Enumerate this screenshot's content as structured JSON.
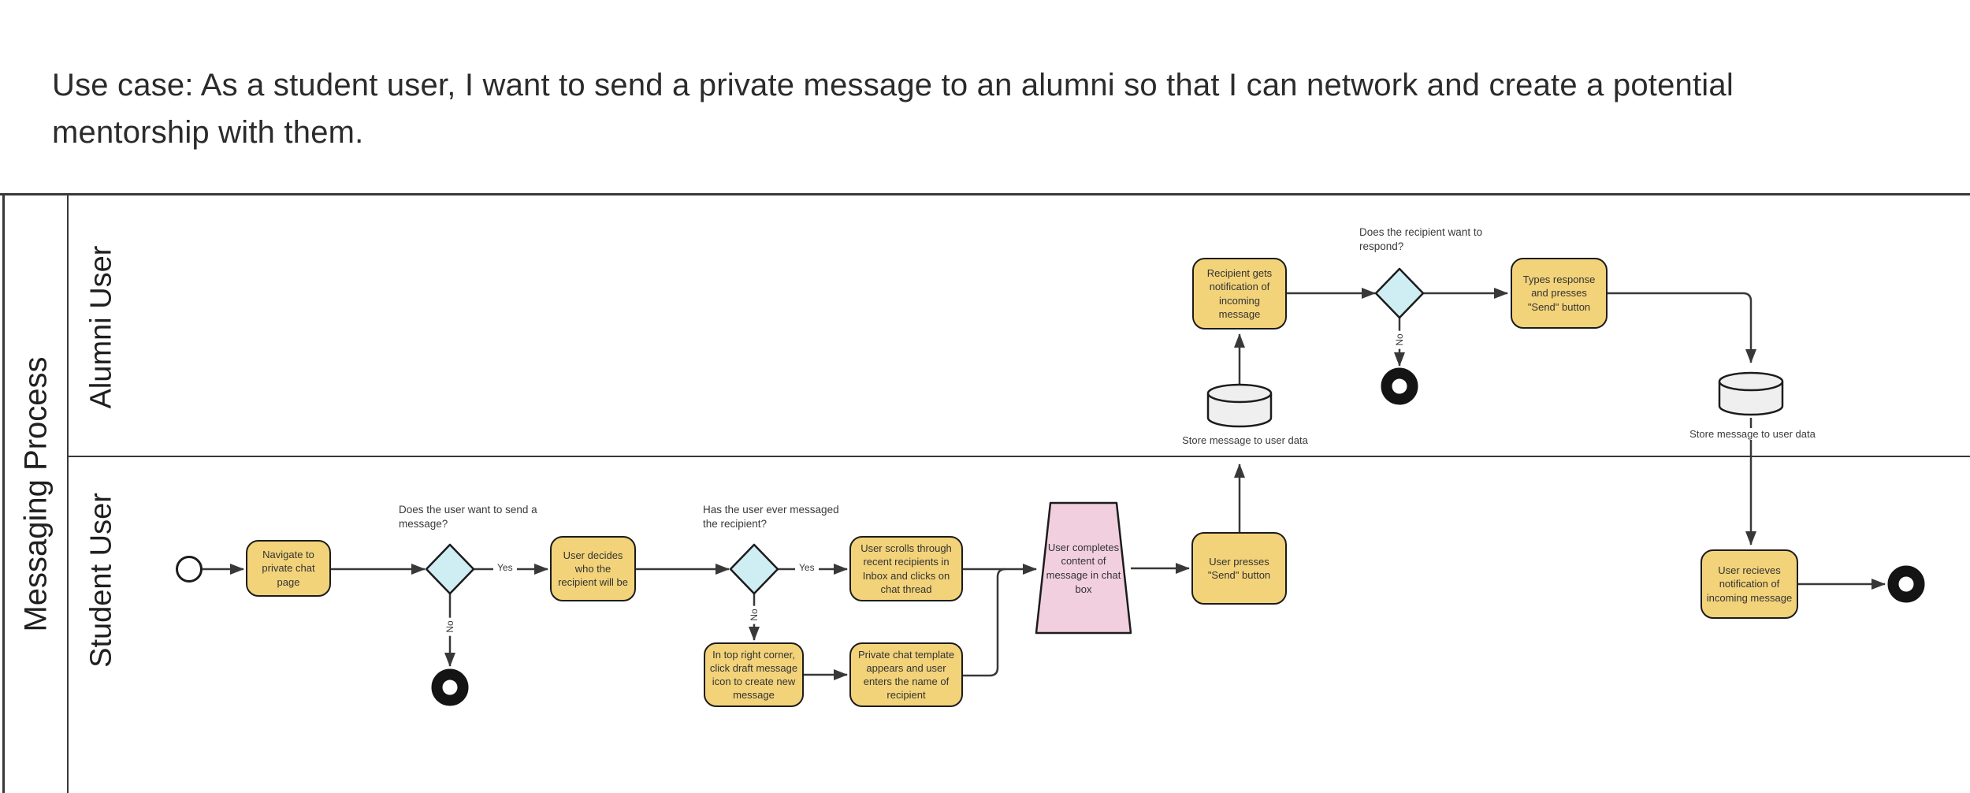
{
  "title": "Use case: As a student user, I want to send a private message to an alumni so that I can network and create a potential mentorship with them.",
  "pool": {
    "label": "Messaging Process",
    "lanes": {
      "top": "Alumni User",
      "bottom": "Student User"
    }
  },
  "nodes": {
    "navigate": {
      "label": "Navigate to private chat page"
    },
    "decides": {
      "label": "User decides who the recipient will be"
    },
    "scrolls": {
      "label": "User scrolls through recent recipients in Inbox and clicks on chat thread"
    },
    "draft": {
      "label": "In top right corner, click draft message icon to create new message"
    },
    "template": {
      "label": "Private chat template appears and user enters the name of recipient"
    },
    "completes": {
      "label": "User completes content of message in chat box"
    },
    "send": {
      "label": "User presses \"Send\" button"
    },
    "recipient_gets": {
      "label": "Recipient gets notification of incoming message"
    },
    "types": {
      "label": "Types response and presses \"Send\" button"
    },
    "recieves": {
      "label": "User recieves notification of incoming message"
    },
    "store1": {
      "label": "Store message to user data"
    },
    "store2": {
      "label": "Store message to user data"
    }
  },
  "questions": {
    "q_send": "Does the user want to send a message?",
    "q_messaged": "Has the user ever messaged the recipient?",
    "q_respond": "Does the recipient want to respond?"
  },
  "edge_labels": {
    "yes": "Yes",
    "no": "No"
  },
  "colors": {
    "task_fill": "#f3d37a",
    "gateway_fill": "#cfeef3",
    "manual_task_fill": "#f1cfdf",
    "datastore_fill": "#efefef",
    "shape_stroke": "#1c1c1c",
    "connector_stroke": "#383838",
    "text": "#333333"
  }
}
